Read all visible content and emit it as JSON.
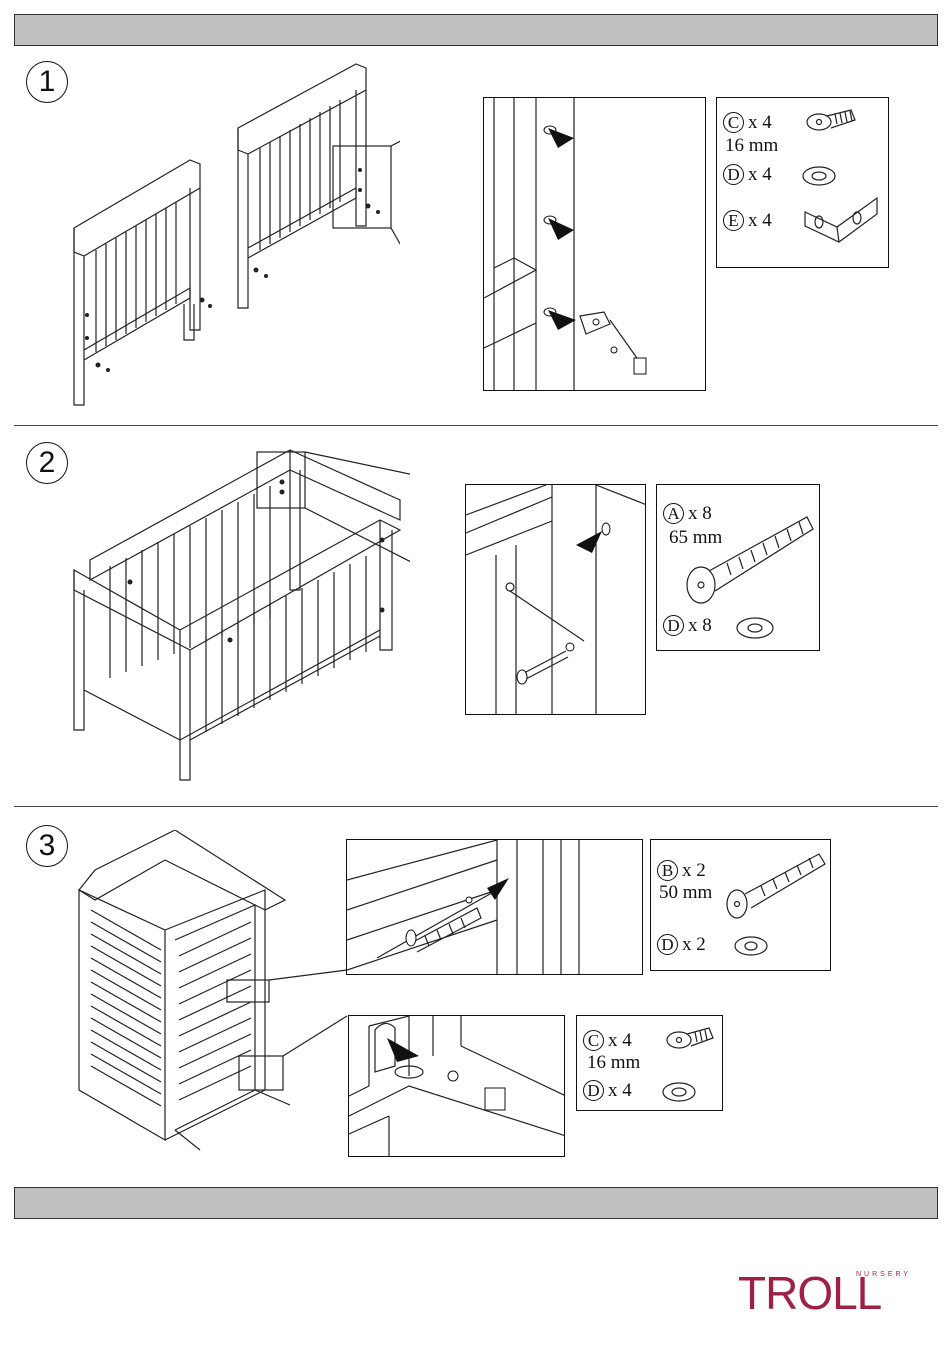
{
  "steps": [
    {
      "number": "1",
      "parts": [
        {
          "letter": "C",
          "qty": "x 4",
          "size": "16 mm"
        },
        {
          "letter": "D",
          "qty": "x 4",
          "size": ""
        },
        {
          "letter": "E",
          "qty": "x 4",
          "size": ""
        }
      ]
    },
    {
      "number": "2",
      "parts": [
        {
          "letter": "A",
          "qty": "x 8",
          "size": "65 mm"
        },
        {
          "letter": "D",
          "qty": "x 8",
          "size": ""
        }
      ]
    },
    {
      "number": "3",
      "parts_a": [
        {
          "letter": "B",
          "qty": "x 2",
          "size": "50 mm"
        },
        {
          "letter": "D",
          "qty": "x 2",
          "size": ""
        }
      ],
      "parts_b": [
        {
          "letter": "C",
          "qty": "x 4",
          "size": "16 mm"
        },
        {
          "letter": "D",
          "qty": "x 4",
          "size": ""
        }
      ]
    }
  ],
  "logo": {
    "text": "TROLL",
    "subtext": "NURSERY",
    "color": "#9e2145"
  }
}
